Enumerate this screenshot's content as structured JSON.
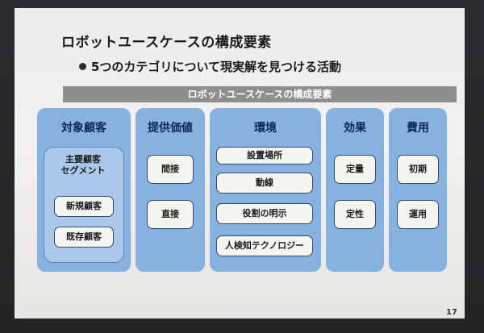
{
  "slide": {
    "title": "ロボットユースケースの構成要素",
    "bullet": "5つのカテゴリについて現実解を見つける活動",
    "banner": "ロボットユースケースの構成要素",
    "page_number": "17"
  },
  "columns": [
    {
      "title": "対象顧客",
      "group_items": [
        "主要顧客\nセグメント",
        "新規顧客",
        "既存顧客"
      ]
    },
    {
      "title": "提供価値",
      "items": [
        "間接",
        "直接"
      ]
    },
    {
      "title": "環境",
      "items": [
        "設置場所",
        "動線",
        "役割の明示",
        "人検知テクノロジー"
      ]
    },
    {
      "title": "効果",
      "items": [
        "定量",
        "定性"
      ]
    },
    {
      "title": "費用",
      "items": [
        "初期",
        "運用"
      ]
    }
  ],
  "colors": {
    "column_fill": "#87b1df",
    "banner_fill": "#8f8f8f",
    "title_text": "#0a2a55"
  }
}
